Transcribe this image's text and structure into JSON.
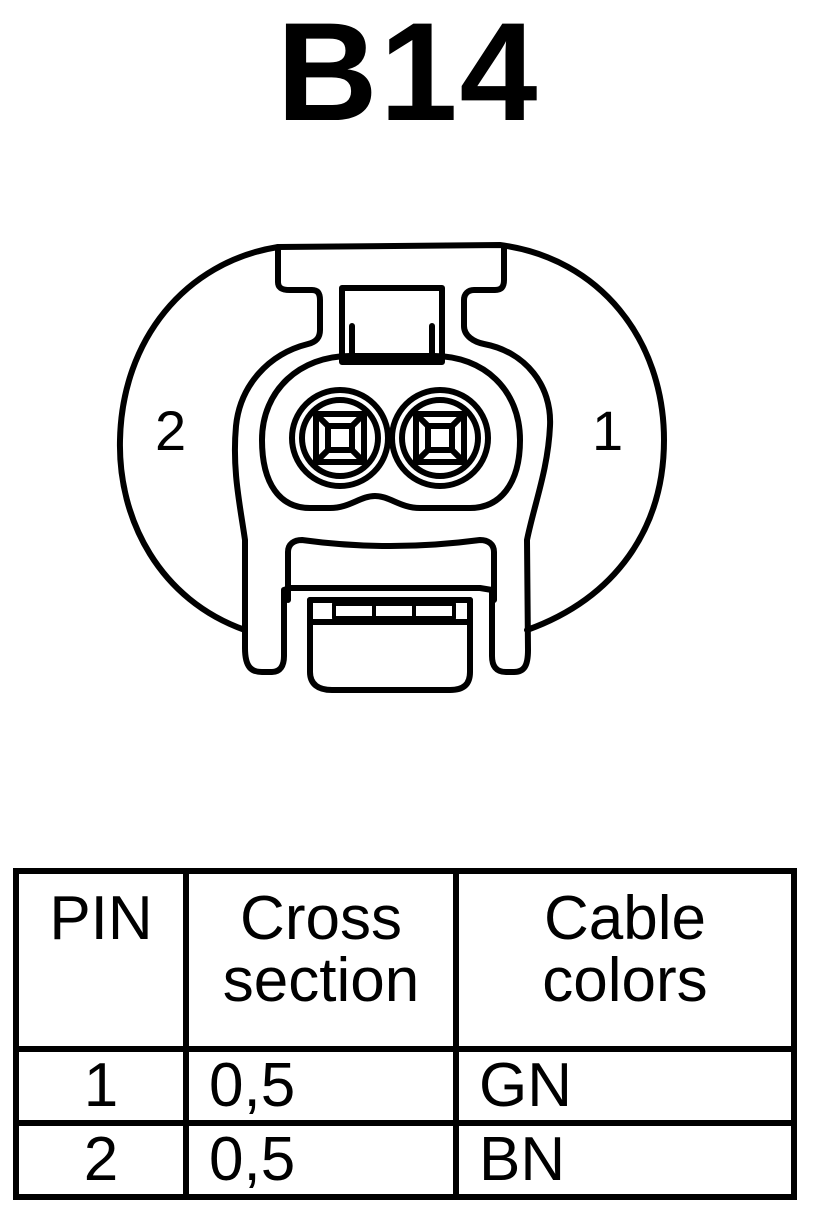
{
  "title": "B14",
  "connector": {
    "pin_labels": {
      "left": "2",
      "right": "1"
    }
  },
  "table": {
    "headers": [
      {
        "line1": "PIN",
        "line2": ""
      },
      {
        "line1": "Cross",
        "line2": "section"
      },
      {
        "line1": "Cable",
        "line2": "colors"
      }
    ],
    "rows": [
      {
        "pin": "1",
        "cross_section": "0,5",
        "cable_color": "GN"
      },
      {
        "pin": "2",
        "cross_section": "0,5",
        "cable_color": "BN"
      }
    ]
  }
}
